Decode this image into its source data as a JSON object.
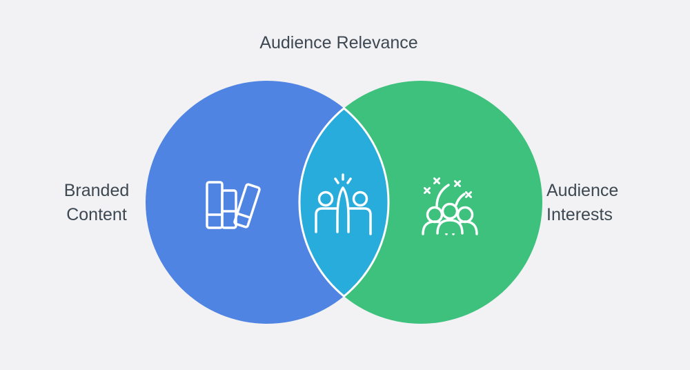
{
  "title": "Audience Relevance",
  "venn": {
    "left": {
      "label": "Branded Content",
      "color": "#4F84E3",
      "icon": "books-icon"
    },
    "right": {
      "label": "Audience Interests",
      "color": "#3DC17D",
      "icon": "celebration-crowd-icon"
    },
    "overlap": {
      "color": "#28ACDC",
      "outline": "#FFFFFF",
      "icon": "high-five-icon"
    }
  },
  "colors": {
    "background": "#F2F2F4",
    "text": "#3D4852",
    "icon_stroke": "#FFFFFF"
  }
}
